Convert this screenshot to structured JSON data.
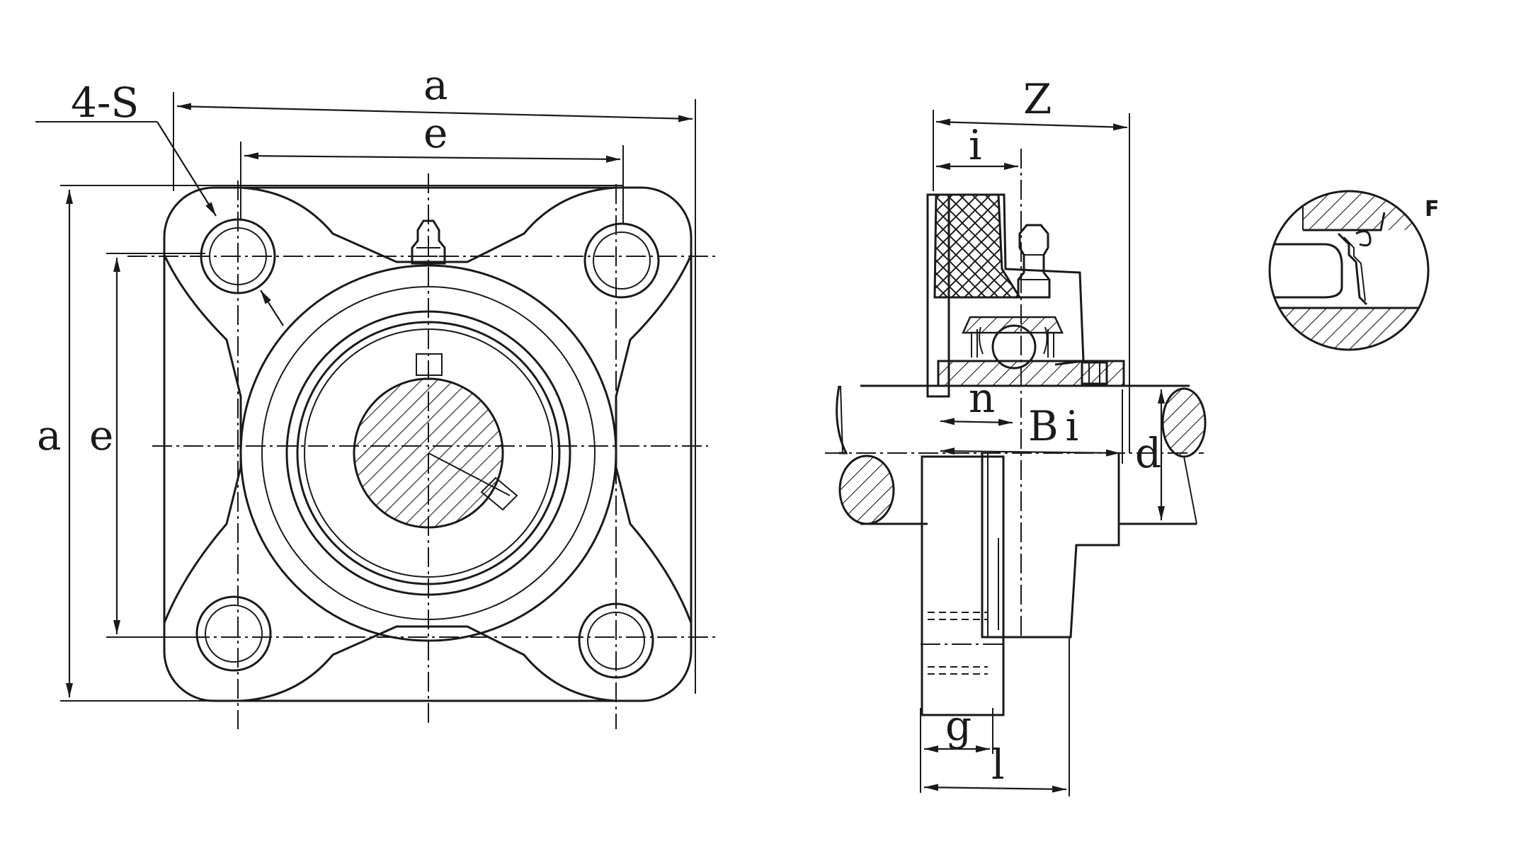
{
  "front_view": {
    "labels": {
      "hole_callout": "4-S",
      "width_outer": "a",
      "width_inner": "e",
      "height_outer": "a",
      "height_inner": "e"
    }
  },
  "side_view": {
    "labels": {
      "overall_z": "Z",
      "offset_i": "i",
      "offset_n": "n",
      "bore_width": "Bi",
      "shaft_diameter": "d",
      "flange_g": "g",
      "length_l": "l"
    }
  },
  "detail_view": {
    "label": "F"
  },
  "colors": {
    "ink": "#1a1a1a",
    "background": "#ffffff"
  }
}
